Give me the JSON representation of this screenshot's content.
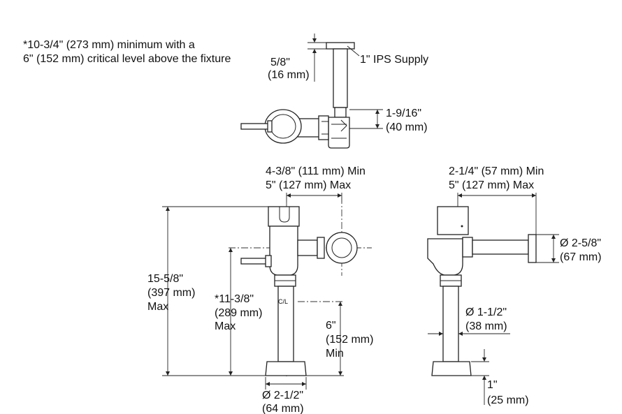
{
  "notes": {
    "critical_note_line1": "*10-3/4\" (273 mm) minimum with a",
    "critical_note_line2": "6\" (152 mm) critical level above the fixture"
  },
  "top_view": {
    "stub_dim_line1": "5/8\"",
    "stub_dim_line2": "(16 mm)",
    "supply_label": "1\" IPS Supply",
    "offset_dim_line1": "1-9/16\"",
    "offset_dim_line2": "(40 mm)"
  },
  "front_view": {
    "rough_dim_line1": "4-3/8\" (111 mm) Min",
    "rough_dim_line2": "5\" (127 mm) Max",
    "height_dim_line1": "15-5/8\"",
    "height_dim_line2": "(397 mm)",
    "height_dim_line3": "Max",
    "supply_height_line1": "*11-3/8\"",
    "supply_height_line2": "(289 mm)",
    "supply_height_line3": "Max",
    "cl_marker": "C/L",
    "critical_dim_line1": "6\"",
    "critical_dim_line2": "(152 mm)",
    "critical_dim_line3": "Min",
    "spud_dim_line1": "Ø 2-1/2\"",
    "spud_dim_line2": "(64 mm)"
  },
  "side_view": {
    "rough_dim_line1": "2-1/4\" (57 mm) Min",
    "rough_dim_line2": "5\" (127 mm) Max",
    "flange_dim_line1": "Ø 2-5/8\"",
    "flange_dim_line2": "(67 mm)",
    "tube_dim_line1": "Ø 1-1/2\"",
    "tube_dim_line2": "(38 mm)",
    "spud_height_line1": "1\"",
    "spud_height_line2": "(25 mm)"
  }
}
